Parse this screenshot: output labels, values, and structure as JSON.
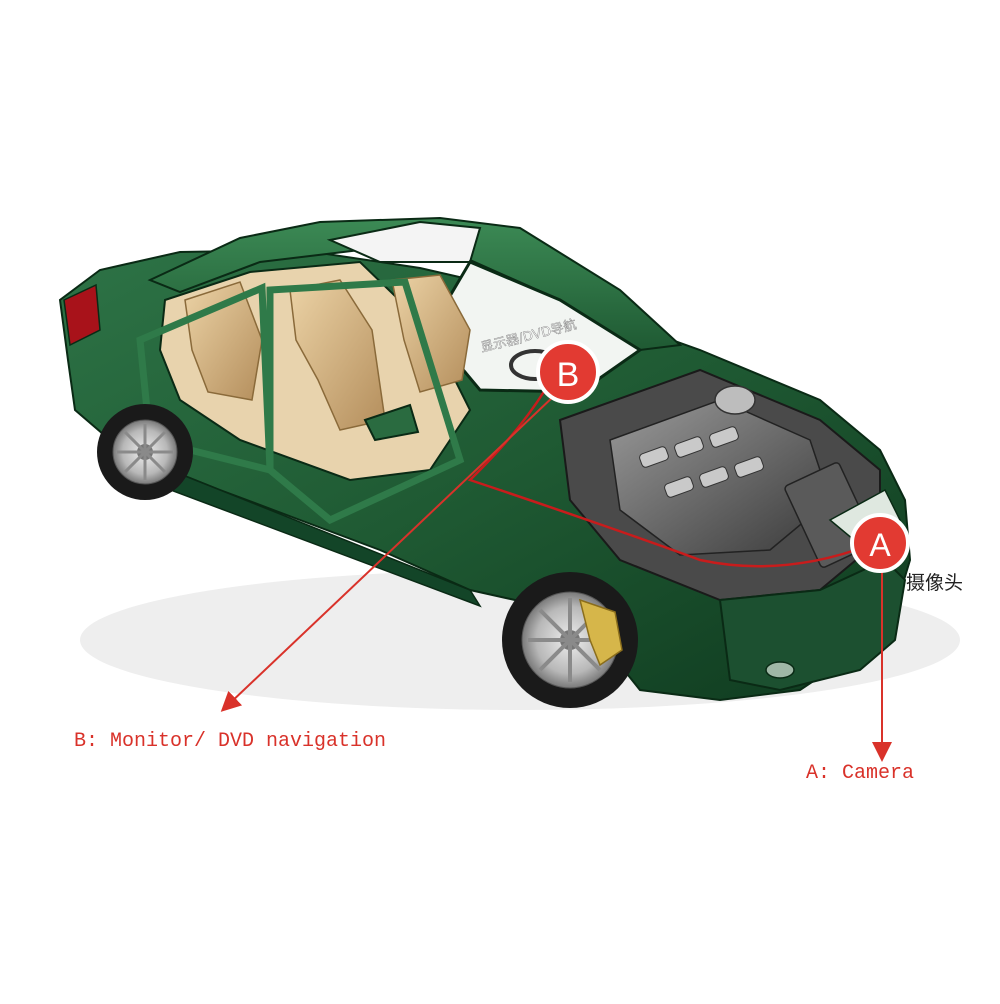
{
  "diagram": {
    "markers": {
      "a": {
        "letter": "A"
      },
      "b": {
        "letter": "B"
      }
    },
    "labels": {
      "monitor": "B: Monitor/ DVD navigation",
      "camera": "A: Camera",
      "camera_cn": "摄像头",
      "windshield_text": "显示器/DVD导航"
    },
    "colors": {
      "body_green": "#1f5a33",
      "body_green_dark": "#0f3a1f",
      "body_green_light": "#3c8a55",
      "interior_tan": "#d8b888",
      "interior_tan_dark": "#b48e5c",
      "marker_red": "#e23a32",
      "label_red": "#d9322a",
      "wire_red": "#c81c1c",
      "engine_gray": "#6c6c6c",
      "tire": "#1a1a1a",
      "rim": "#c8c8c8",
      "caliper": "#d6b64a"
    }
  }
}
